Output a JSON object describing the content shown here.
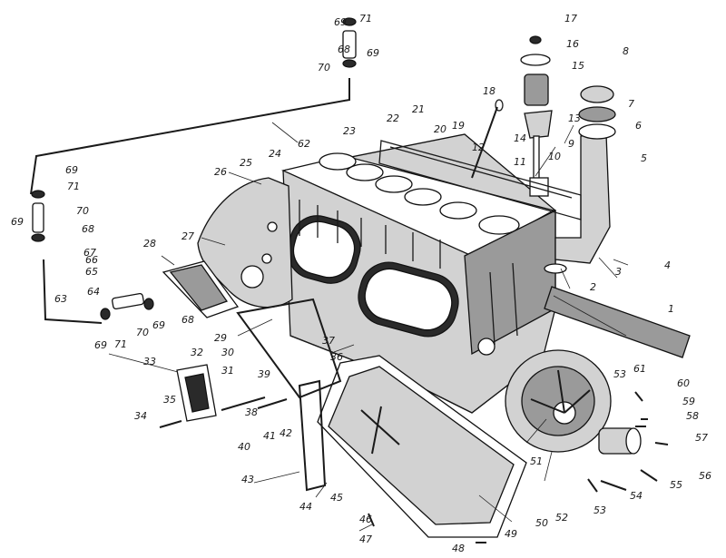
{
  "labels": [
    {
      "n": "1"
    },
    {
      "n": "2"
    },
    {
      "n": "3"
    },
    {
      "n": "4"
    },
    {
      "n": "5"
    },
    {
      "n": "6"
    },
    {
      "n": "7"
    },
    {
      "n": "8"
    },
    {
      "n": "9"
    },
    {
      "n": "10"
    },
    {
      "n": "11"
    },
    {
      "n": "12"
    },
    {
      "n": "13"
    },
    {
      "n": "14"
    },
    {
      "n": "15"
    },
    {
      "n": "16"
    },
    {
      "n": "17"
    },
    {
      "n": "18"
    },
    {
      "n": "19"
    },
    {
      "n": "20"
    },
    {
      "n": "21"
    },
    {
      "n": "22"
    },
    {
      "n": "23"
    },
    {
      "n": "24"
    },
    {
      "n": "25"
    },
    {
      "n": "26"
    },
    {
      "n": "27"
    },
    {
      "n": "28"
    },
    {
      "n": "29"
    },
    {
      "n": "30"
    },
    {
      "n": "31"
    },
    {
      "n": "32"
    },
    {
      "n": "33"
    },
    {
      "n": "34"
    },
    {
      "n": "35"
    },
    {
      "n": "36"
    },
    {
      "n": "37"
    },
    {
      "n": "38"
    },
    {
      "n": "39"
    },
    {
      "n": "40"
    },
    {
      "n": "41"
    },
    {
      "n": "42"
    },
    {
      "n": "43"
    },
    {
      "n": "44"
    },
    {
      "n": "45"
    },
    {
      "n": "46"
    },
    {
      "n": "47"
    },
    {
      "n": "48"
    },
    {
      "n": "49"
    },
    {
      "n": "50"
    },
    {
      "n": "51"
    },
    {
      "n": "52"
    },
    {
      "n": "53"
    },
    {
      "n": "53"
    },
    {
      "n": "54"
    },
    {
      "n": "55"
    },
    {
      "n": "56"
    },
    {
      "n": "57"
    },
    {
      "n": "58"
    },
    {
      "n": "59"
    },
    {
      "n": "60"
    },
    {
      "n": "61"
    },
    {
      "n": "62"
    },
    {
      "n": "63"
    },
    {
      "n": "64"
    },
    {
      "n": "65"
    },
    {
      "n": "66"
    },
    {
      "n": "67"
    },
    {
      "n": "68"
    },
    {
      "n": "68"
    },
    {
      "n": "68"
    },
    {
      "n": "69"
    },
    {
      "n": "69"
    },
    {
      "n": "69"
    },
    {
      "n": "69"
    },
    {
      "n": "69"
    },
    {
      "n": "69"
    },
    {
      "n": "70"
    },
    {
      "n": "70"
    },
    {
      "n": "70"
    },
    {
      "n": "71"
    },
    {
      "n": "71"
    },
    {
      "n": "71"
    }
  ]
}
